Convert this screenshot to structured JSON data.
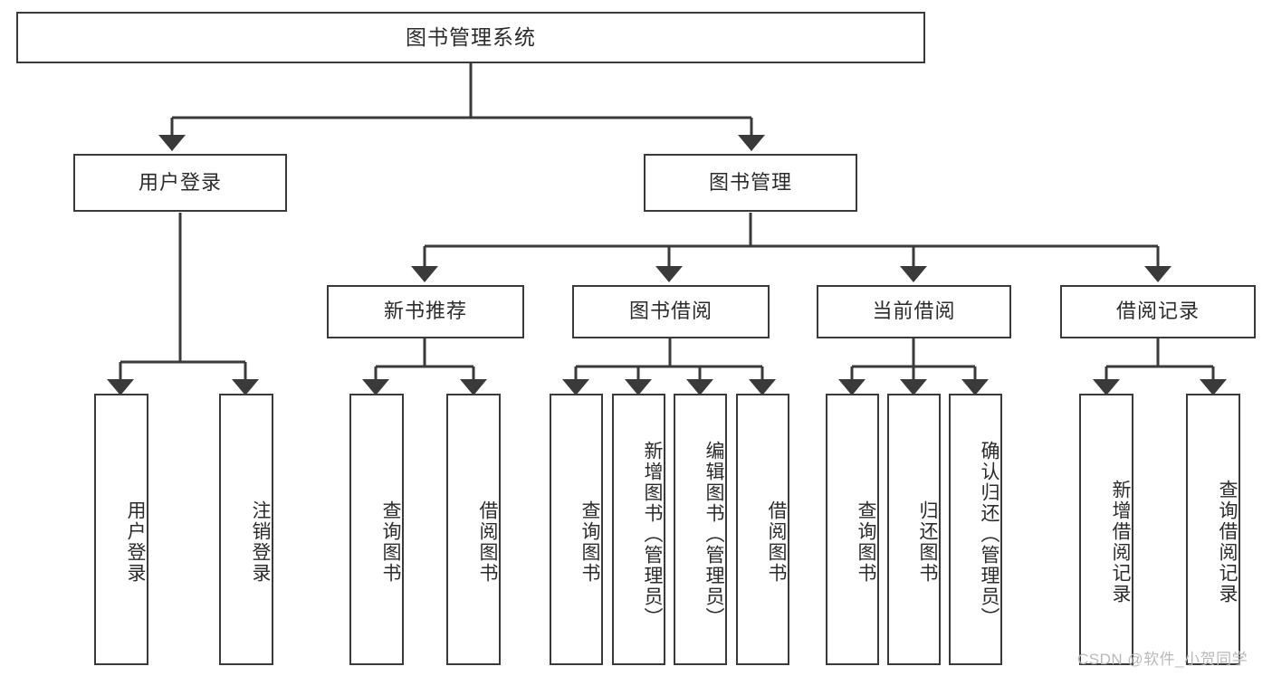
{
  "diagram": {
    "type": "tree-hierarchy",
    "title": "图书管理系统",
    "root": {
      "label": "图书管理系统"
    },
    "level2": [
      {
        "id": "user-login",
        "label": "用户登录"
      },
      {
        "id": "book-management",
        "label": "图书管理"
      }
    ],
    "level3": [
      {
        "id": "new-book-recommend",
        "label": "新书推荐",
        "parent": "book-management"
      },
      {
        "id": "book-borrow",
        "label": "图书借阅",
        "parent": "book-management"
      },
      {
        "id": "current-borrow",
        "label": "当前借阅",
        "parent": "book-management"
      },
      {
        "id": "borrow-record",
        "label": "借阅记录",
        "parent": "book-management"
      }
    ],
    "leaves": [
      {
        "id": "leaf-user-login",
        "label": "用户登录",
        "parent": "user-login"
      },
      {
        "id": "leaf-logout-login",
        "label": "注销登录",
        "parent": "user-login"
      },
      {
        "id": "leaf-query-book-1",
        "label": "查询图书",
        "parent": "new-book-recommend"
      },
      {
        "id": "leaf-borrow-book-1",
        "label": "借阅图书",
        "parent": "new-book-recommend"
      },
      {
        "id": "leaf-query-book-2",
        "label": "查询图书",
        "parent": "book-borrow"
      },
      {
        "id": "leaf-add-book",
        "label": "新增图书（管理员）",
        "parent": "book-borrow"
      },
      {
        "id": "leaf-edit-book",
        "label": "编辑图书（管理员）",
        "parent": "book-borrow"
      },
      {
        "id": "leaf-borrow-book-2",
        "label": "借阅图书",
        "parent": "book-borrow"
      },
      {
        "id": "leaf-query-book-3",
        "label": "查询图书",
        "parent": "current-borrow"
      },
      {
        "id": "leaf-return-book",
        "label": "归还图书",
        "parent": "current-borrow"
      },
      {
        "id": "leaf-confirm-return",
        "label": "确认归还（管理员）",
        "parent": "current-borrow"
      },
      {
        "id": "leaf-add-record",
        "label": "新增借阅记录",
        "parent": "borrow-record"
      },
      {
        "id": "leaf-query-record",
        "label": "查询借阅记录",
        "parent": "borrow-record"
      }
    ],
    "watermark": "CSDN @软件_小贺同学",
    "colors": {
      "border": "#3a3a3a",
      "text": "#2b2b2b",
      "background": "#ffffff",
      "watermark": "#b9b9b9"
    }
  }
}
